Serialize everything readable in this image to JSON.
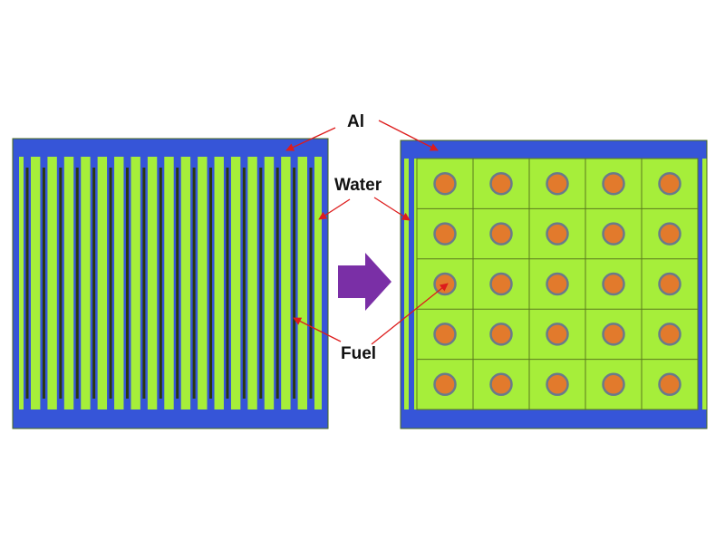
{
  "labels": {
    "al": "Al",
    "water": "Water",
    "fuel": "Fuel"
  },
  "colors": {
    "water": "#a6ee3a",
    "aluminum": "#3655d8",
    "fuel": "#e27a2c",
    "fuel_outline": "#6a7a8a",
    "annotation_arrow": "#dd1c1c",
    "transition_arrow": "#7a2fa6",
    "gridline": "#5a7a1e",
    "plate_line": "#2a3a10"
  },
  "pin_lattice": {
    "rows": 5,
    "columns": 5
  },
  "plate_assembly": {
    "plate_count": 18
  }
}
